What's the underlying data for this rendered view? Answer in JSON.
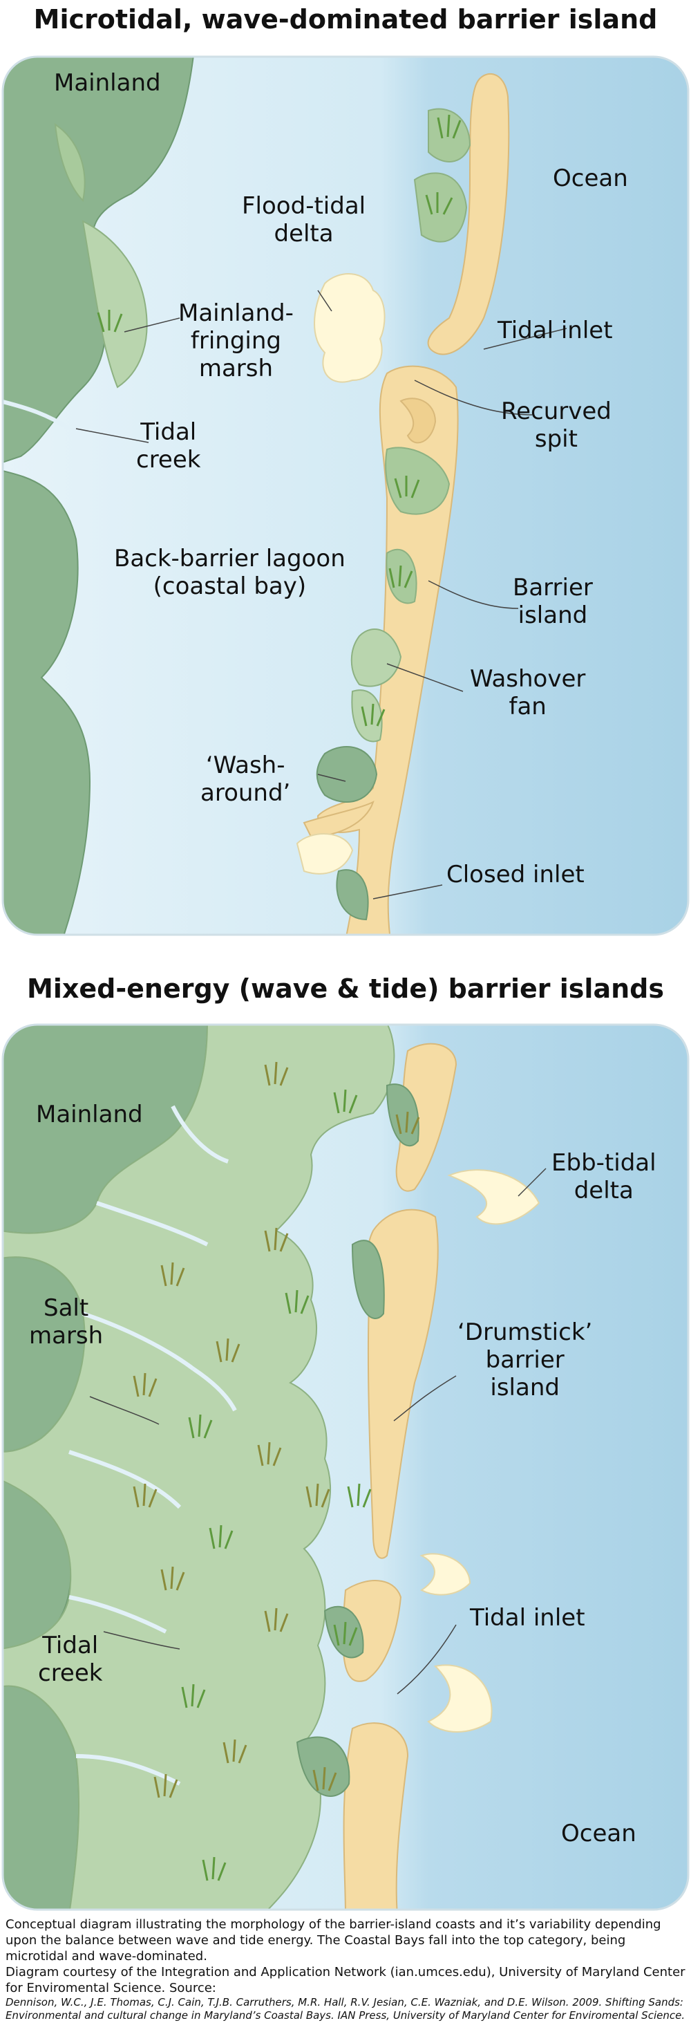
{
  "panel_top": {
    "title": "Microtidal, wave-dominated barrier island",
    "labels": {
      "mainland": "Mainland",
      "ocean": "Ocean",
      "flood_tidal_delta": "Flood-tidal\ndelta",
      "mainland_fringing_marsh": "Mainland-\nfringing\nmarsh",
      "tidal_inlet": "Tidal inlet",
      "recurved_spit": "Recurved\nspit",
      "tidal_creek": "Tidal\ncreek",
      "back_barrier_lagoon": "Back-barrier lagoon\n(coastal bay)",
      "barrier_island": "Barrier\nisland",
      "washover_fan": "Washover\nfan",
      "wash_around": "‘Wash-\naround’",
      "closed_inlet": "Closed inlet"
    }
  },
  "panel_bottom": {
    "title": "Mixed-energy (wave & tide) barrier islands",
    "labels": {
      "mainland": "Mainland",
      "ebb_tidal_delta": "Ebb-tidal\ndelta",
      "salt_marsh": "Salt\nmarsh",
      "drumstick": "‘Drumstick’\nbarrier\nisland",
      "tidal_inlet": "Tidal inlet",
      "tidal_creek": "Tidal\ncreek",
      "ocean": "Ocean"
    }
  },
  "caption": {
    "main": "Conceptual diagram illustrating the morphology of the barrier-island coasts and it’s variability depending upon the balance between wave and tide energy. The Coastal Bays fall into the top category, being microtidal and wave-dominated.",
    "credit": "Diagram courtesy of the Integration and Application Network (ian.umces.edu), University of Maryland Center for Enviromental Science. Source:",
    "citation": "Dennison, W.C., J.E. Thomas, C.J. Cain, T.J.B. Carruthers, M.R. Hall, R.V. Jesian, C.E. Wazniak, and D.E. Wilson. 2009. Shifting Sands: Environmental and cultural change in Maryland’s Coastal Bays. IAN Press, University of Maryland Center for Enviromental Science."
  },
  "colors": {
    "water_light": "#e2f1f8",
    "water_ocean": "#b5d9ea",
    "mainland": "#8cb48f",
    "marsh": "#b9d5ae",
    "sand": "#f5dca4",
    "delta": "#fff8d8",
    "grass_green": "#5e9a3e",
    "grass_olive": "#8a8a3a"
  }
}
